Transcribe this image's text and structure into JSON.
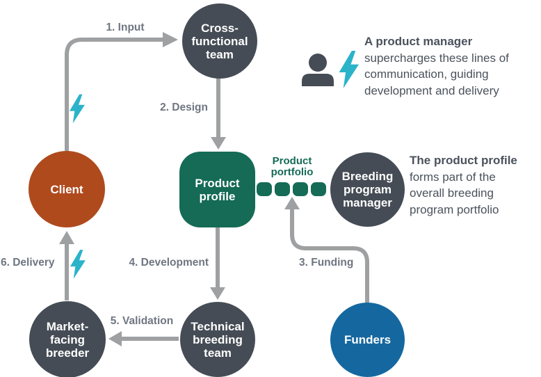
{
  "diagram": {
    "nodes": {
      "client": {
        "label": "Client",
        "color": "#AF4A1D"
      },
      "cross_functional_team": {
        "label": "Cross-\nfunctional\nteam",
        "color": "#454C55"
      },
      "product_profile": {
        "label": "Product\nprofile",
        "color": "#156B56"
      },
      "breeding_program_manager": {
        "label": "Breeding\nprogram\nmanager",
        "color": "#454C55"
      },
      "market_facing_breeder": {
        "label": "Market-\nfacing\nbreeder",
        "color": "#454C55"
      },
      "technical_breeding_team": {
        "label": "Technical\nbreeding\nteam",
        "color": "#454C55"
      },
      "funders": {
        "label": "Funders",
        "color": "#15689F"
      }
    },
    "steps": {
      "input": "1. Input",
      "design": "2. Design",
      "funding": "3. Funding",
      "development": "4. Development",
      "validation": "5. Validation",
      "delivery": "6. Delivery"
    },
    "portfolio_label": "Product\nportfolio",
    "annotations": {
      "product_manager": {
        "lead": "A product manager",
        "rest": "supercharges these lines of\ncommunication, guiding\ndevelopment and delivery"
      },
      "portfolio_note": {
        "lead": "The product profile",
        "rest": "forms part of the\noverall breeding\nprogram portfolio"
      }
    },
    "icons": {
      "person": "person-icon",
      "lightning": "lightning-icon"
    },
    "colors": {
      "node_gray": "#454C55",
      "client_orange": "#AF4A1D",
      "teal": "#156B56",
      "funders_blue": "#15689F",
      "bolt_cyan": "#2BB3CA",
      "arrow_gray": "#9EA0A2",
      "step_label_gray": "#6E7681",
      "annotation_text": "#4A525C"
    }
  }
}
